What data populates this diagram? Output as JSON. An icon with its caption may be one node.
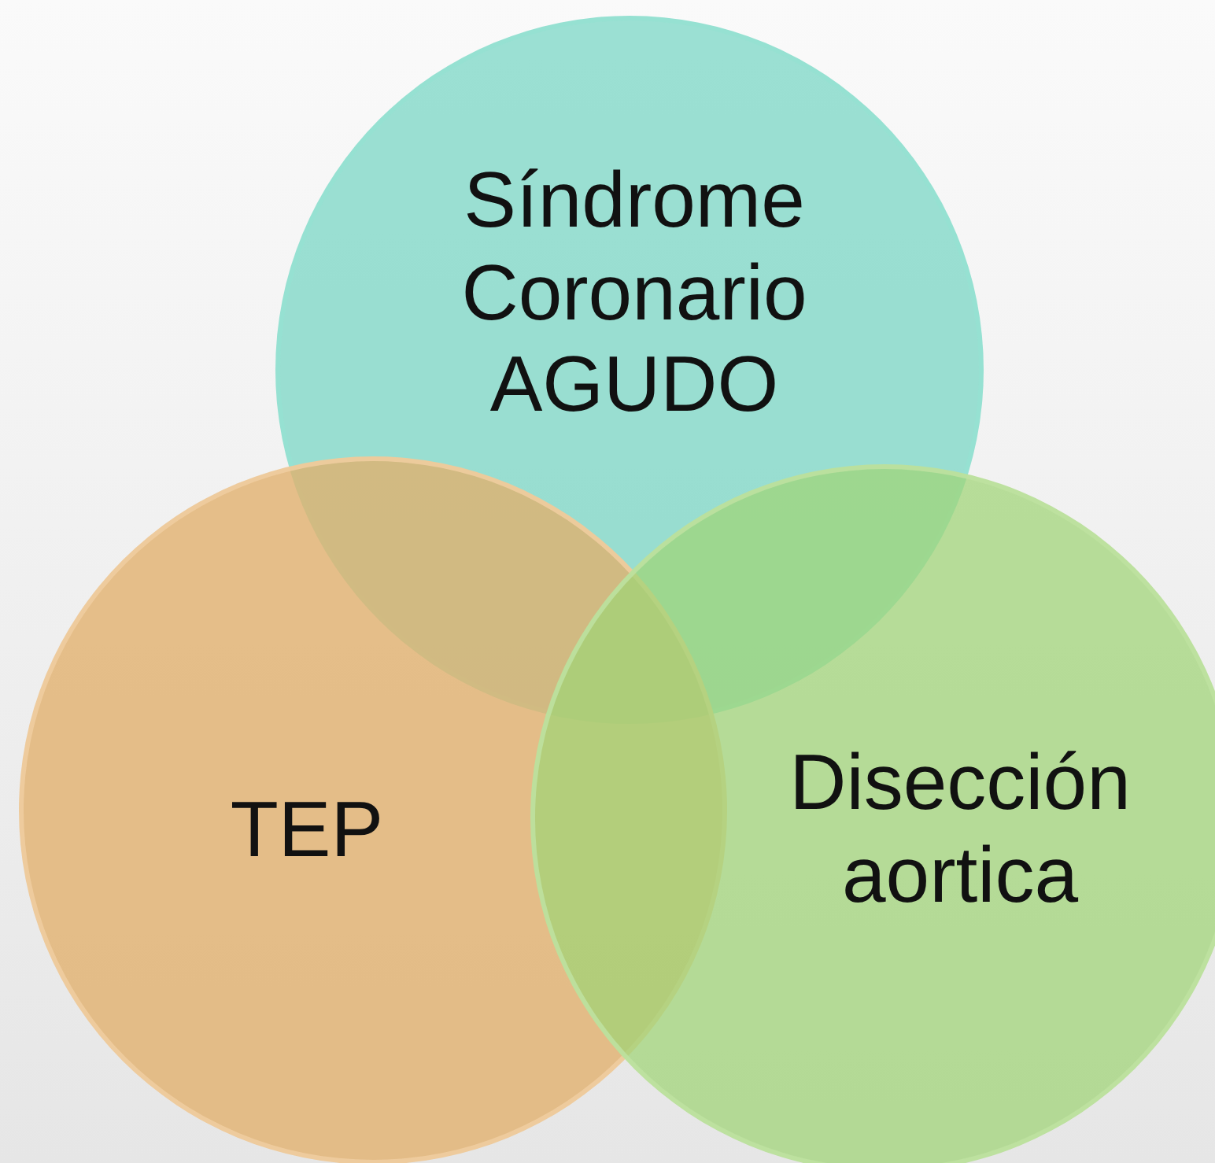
{
  "diagram": {
    "nodes": [
      {
        "text": [
          "Síndrome Coronario AGUDO"
        ]
      },
      {
        "text": [
          "TEP"
        ]
      },
      {
        "text": [
          "Disección aortica"
        ]
      }
    ]
  }
}
